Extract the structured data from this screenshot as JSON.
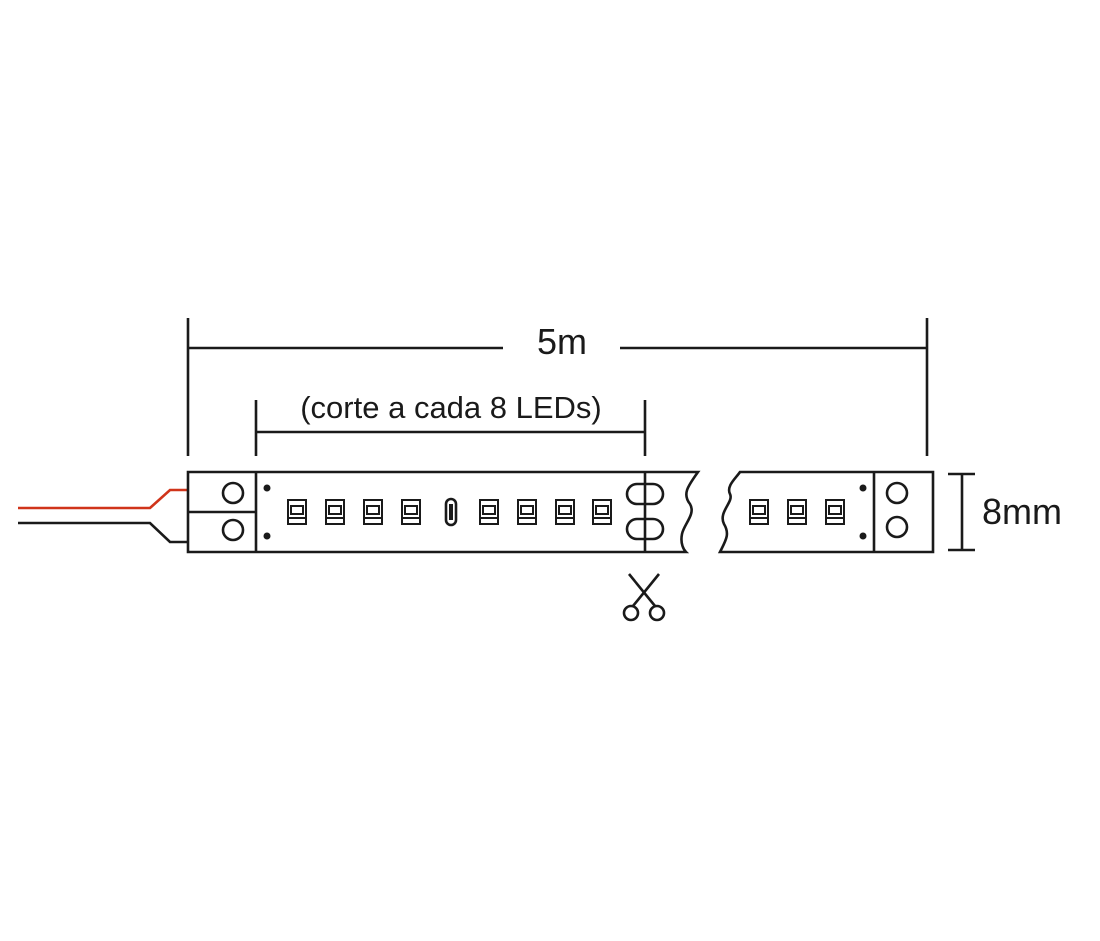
{
  "diagram": {
    "length_label": "5m",
    "cut_label": "(corte a cada 8 LEDs)",
    "width_label": "8mm",
    "colors": {
      "line": "#1a1a1a",
      "wire_positive": "#d0341a",
      "background": "#ffffff"
    },
    "icons": {
      "cut_marker": "scissors-icon"
    }
  }
}
